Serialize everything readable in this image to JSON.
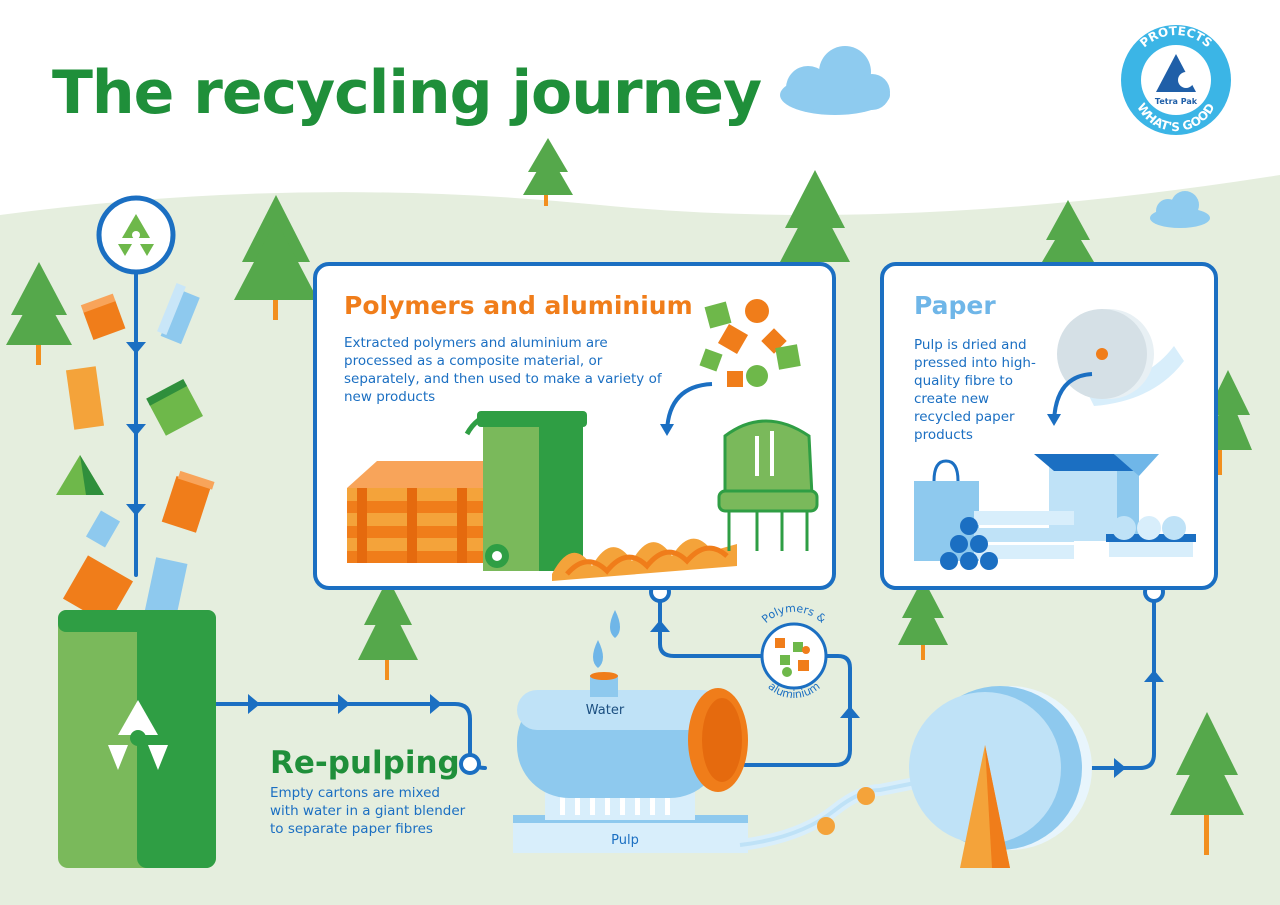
{
  "title": "The recycling journey",
  "logo": {
    "top_text": "PROTECTS",
    "brand": "Tetra Pak",
    "bottom_text": "WHAT'S GOOD"
  },
  "polymers_panel": {
    "title": "Polymers and aluminium",
    "description": "Extracted polymers and aluminium are processed as a composite material, or separately, and then used to make a variety of new products"
  },
  "paper_panel": {
    "title": "Paper",
    "description": "Pulp is dried and pressed into high-quality fibre to create new recycled paper products"
  },
  "repulping": {
    "title": "Re-pulping",
    "description": "Empty cartons are mixed with water in a giant blender to separate paper fibres"
  },
  "labels": {
    "water": "Water",
    "pulp": "Pulp",
    "polymers_badge": "Polymers & aluminium"
  },
  "colors": {
    "green_dark": "#1f8f3a",
    "green_light": "#7ab95b",
    "blue_line": "#1b6fc2",
    "orange": "#f07d1a",
    "light_blue": "#8ec9ee",
    "ground": "#e5eede"
  }
}
